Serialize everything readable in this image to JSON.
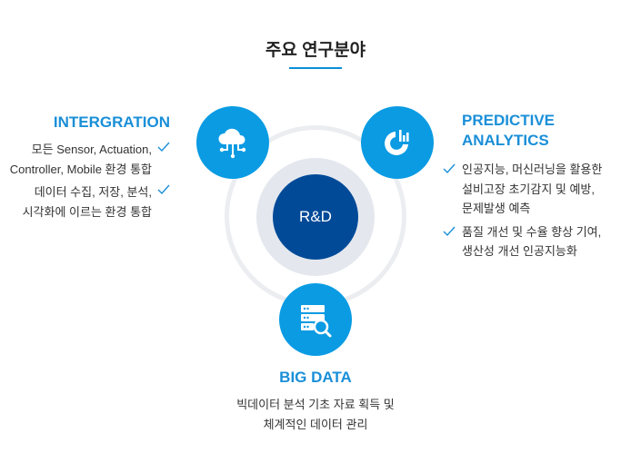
{
  "title": "주요 연구분야",
  "center": {
    "label": "R&D"
  },
  "colors": {
    "accent": "#0a9be3",
    "core": "#004a98",
    "heading": "#1a8fd8"
  },
  "integration": {
    "icon": "cloud-network-icon",
    "heading": "INTERGRATION",
    "items": [
      {
        "line1": "모든 Sensor, Actuation,",
        "line2": "Controller, Mobile 환경 통합"
      },
      {
        "line1": "데이터 수집, 저장, 분석,",
        "line2": "시각화에 이르는 환경 통합"
      }
    ]
  },
  "predictive": {
    "icon": "analytics-chart-icon",
    "heading1": "PREDICTIVE",
    "heading2": "ANALYTICS",
    "items": [
      {
        "line1": "인공지능, 머신러닝을 활용한",
        "line2": "설비고장 초기감지 및 예방,",
        "line3": "문제발생 예측"
      },
      {
        "line1": "품질 개선 및 수율 향상 기여,",
        "line2": "생산성 개선 인공지능화"
      }
    ]
  },
  "bigdata": {
    "icon": "database-search-icon",
    "heading": "BIG DATA",
    "line1": "빅데이터 분석 기초 자료 획득 및",
    "line2": "체계적인 데이터 관리"
  }
}
